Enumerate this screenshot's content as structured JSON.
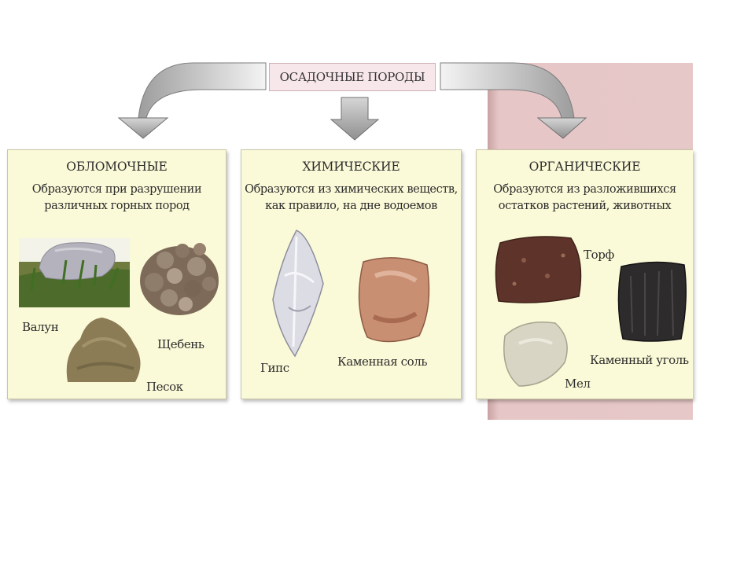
{
  "title": "ОСАДОЧНЫЕ ПОРОДЫ",
  "panels": [
    {
      "title": "ОБЛОМОЧНЫЕ",
      "desc_lines": [
        "Образуются при разрушении",
        "различных горных пород"
      ],
      "labels": [
        "Валун",
        "Щебень",
        "Песок"
      ]
    },
    {
      "title": "ХИМИЧЕСКИЕ",
      "desc_lines": [
        "Образуются из химических веществ,",
        "как правило, на дне водоемов"
      ],
      "labels": [
        "Гипс",
        "Каменная соль"
      ]
    },
    {
      "title": "ОРГАНИЧЕСКИЕ",
      "desc_lines": [
        "Образуются из разложившихся",
        "остатков растений, животных"
      ],
      "labels": [
        "Торф",
        "Каменный уголь",
        "Мел"
      ]
    }
  ],
  "colors": {
    "panel_bg": "#fbfad8",
    "title_bg": "#f7e6ea",
    "side_band": "#e7c8c8",
    "arrow": "#a9a9a9"
  }
}
